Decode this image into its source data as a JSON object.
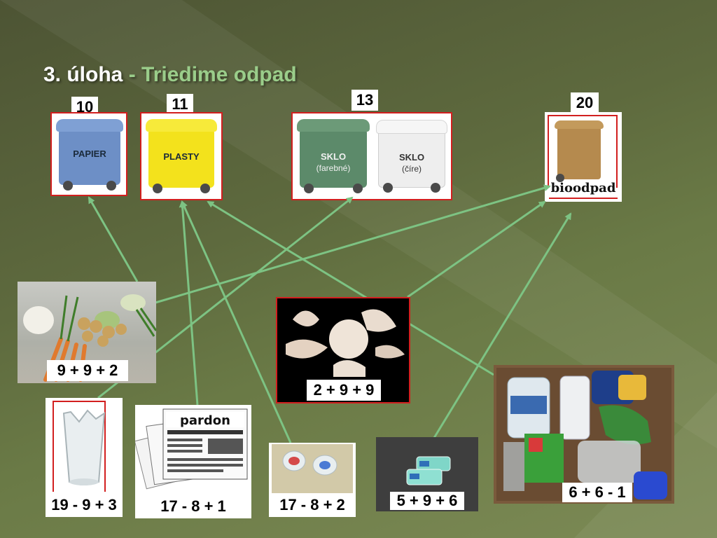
{
  "title": {
    "prefix": "3. úloha",
    "dash": " - ",
    "accent": "Triedime odpad"
  },
  "bins": [
    {
      "number": "10",
      "label": "PAPIER"
    },
    {
      "number": "11",
      "label": "PLASTY"
    },
    {
      "number": "13",
      "label_green_1": "SKLO",
      "label_green_2": "(farebné)",
      "label_white_1": "SKLO",
      "label_white_2": "(číre)"
    },
    {
      "number": "20",
      "label": "bioodpad"
    }
  ],
  "items": [
    {
      "expression": "9 + 9 + 2"
    },
    {
      "expression": "2 + 9 + 9"
    },
    {
      "expression": "19 - 9 + 3"
    },
    {
      "expression": "17 - 8 + 1",
      "newspaper_masthead": "pardon"
    },
    {
      "expression": "17 - 8 + 2"
    },
    {
      "expression": "5 + 9 + 6"
    },
    {
      "expression": "6 + 6 - 1"
    }
  ],
  "colors": {
    "accent": "#9acd8a",
    "arrow": "#7dc383",
    "frame": "#d21f1f"
  }
}
